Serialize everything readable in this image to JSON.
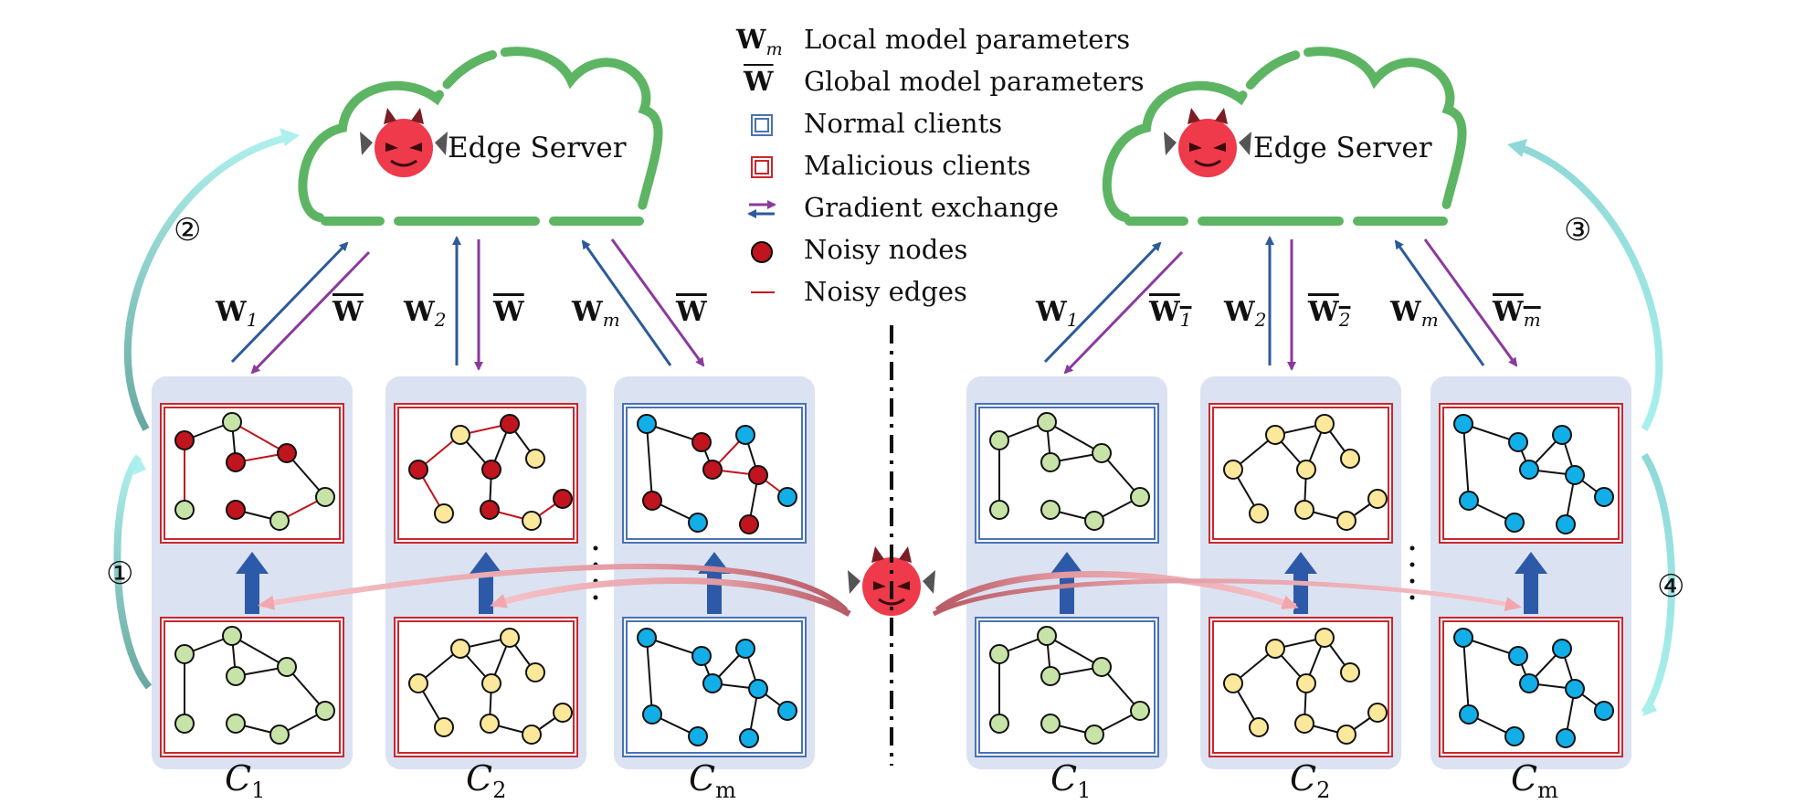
{
  "legend": {
    "local_symbol": "W",
    "local_symbol_sub": "m",
    "local_label": "Local model parameters",
    "global_symbol": "W",
    "global_label": "Global model parameters",
    "normal_label": "Normal clients",
    "malicious_label": "Malicious clients",
    "gradient_label": "Gradient exchange",
    "noisy_nodes_label": "Noisy nodes",
    "noisy_edges_label": "Noisy edges"
  },
  "left_panel": {
    "server_label": "Edge Server",
    "step_top": "②",
    "step_bottom": "①",
    "uploads": [
      {
        "symbol": "W",
        "sub": "1"
      },
      {
        "symbol": "W",
        "sub": "2"
      },
      {
        "symbol": "W",
        "sub": "m"
      }
    ],
    "downloads": [
      {
        "symbol": "W",
        "sub": ""
      },
      {
        "symbol": "W",
        "sub": ""
      },
      {
        "symbol": "W",
        "sub": ""
      }
    ],
    "clients": [
      {
        "label": "C",
        "sub": "1",
        "type": "malicious"
      },
      {
        "label": "C",
        "sub": "2",
        "type": "malicious"
      },
      {
        "label": "C",
        "sub": "m",
        "type": "normal"
      }
    ]
  },
  "right_panel": {
    "server_label": "Edge Server",
    "step_top": "③",
    "step_bottom": "④",
    "uploads": [
      {
        "symbol": "W",
        "sub": "1"
      },
      {
        "symbol": "W",
        "sub": "2"
      },
      {
        "symbol": "W",
        "sub": "m"
      }
    ],
    "downloads": [
      {
        "symbol": "W",
        "sub": "1"
      },
      {
        "symbol": "W",
        "sub": "2"
      },
      {
        "symbol": "W",
        "sub": "m"
      }
    ],
    "clients": [
      {
        "label": "C",
        "sub": "1",
        "type": "normal"
      },
      {
        "label": "C",
        "sub": "2",
        "type": "malicious"
      },
      {
        "label": "C",
        "sub": "m",
        "type": "malicious"
      }
    ]
  },
  "colors": {
    "cloud": "#5db563",
    "client_bg": "#dbe2f2",
    "normal_border": "#4a72b4",
    "malicious_border": "#c8282e",
    "upload_arrow": "#2d5a9a",
    "download_arrow": "#8a3a9c",
    "noisy_node": "#c0141e",
    "noisy_edge": "#c0141e",
    "green_node": "#c8e3a8",
    "yellow_node": "#fbe89a",
    "blue_node": "#12aee8",
    "devil": "#ee3a4a",
    "step_arrow": "#9fe3e3"
  },
  "icons": {
    "attacker": "devil-icon",
    "legend_normal": "blue-square-icon",
    "legend_malicious": "red-square-icon",
    "legend_gradient": "double-arrow-icon",
    "legend_noisy_node": "red-dot-icon",
    "legend_noisy_edge": "red-line-icon"
  }
}
